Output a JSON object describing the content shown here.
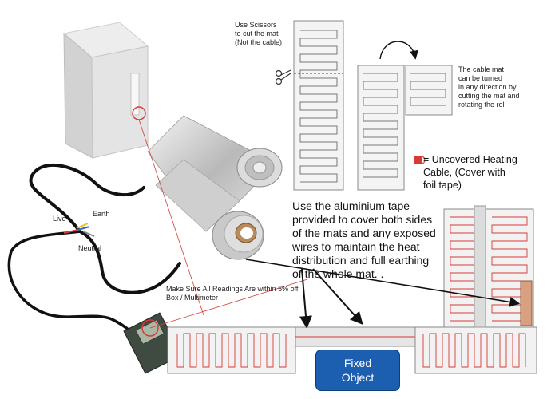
{
  "labels": {
    "scissors_note": [
      "Use Scissors",
      "to cut the mat",
      "(Not the cable)"
    ],
    "turn_note": [
      "The cable mat",
      "can be turned",
      "in any direction by",
      "cutting the mat and",
      "rotating the roll"
    ],
    "uncovered_note": [
      "= Uncovered Heating",
      "Cable, (Cover with",
      "foil tape)"
    ],
    "tape_note": [
      "Use the aluminium tape",
      "provided to cover both sides",
      "of the mats and any exposed",
      "wires to maintain the heat",
      "distribution and full earthing",
      "of the whole mat. ."
    ],
    "readings_note": [
      "Make Sure All Readings Are within 5% off",
      "Box / Multimeter"
    ],
    "live": "Live",
    "earth": "Earth",
    "neutral": "Neutral",
    "fixed_object": [
      "Fixed",
      "Object"
    ]
  },
  "colors": {
    "heating_cable": "#d83a35",
    "mat_outline": "#8a8a8a",
    "fixed_object": "#1c5eb0",
    "arrow": "#111111"
  }
}
